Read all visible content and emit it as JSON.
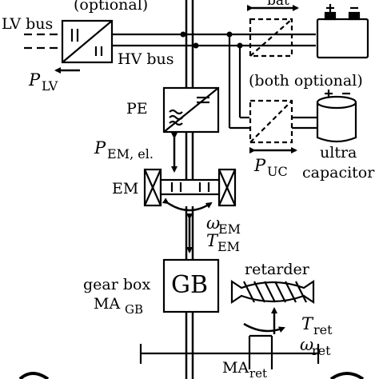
{
  "labels": {
    "optional_top": "(optional)",
    "lv_bus": "LV bus",
    "hv_bus": "HV bus",
    "p_lv_main": "P",
    "p_lv_sub": "LV",
    "bat": "bat",
    "both_optional": "(both optional)",
    "pe": "PE",
    "p_em_main": "P",
    "p_em_sub": "EM, el.",
    "p_uc_main": "P",
    "p_uc_sub": "UC",
    "ultra": "ultra",
    "capacitor": "capacitor",
    "em": "EM",
    "omega_em_main": "ω",
    "omega_em_sub": "EM",
    "t_em_main": "T",
    "t_em_sub": "EM",
    "gb": "GB",
    "gear_box": "gear box",
    "ma_gb_main": "MA",
    "ma_gb_sub": "GB",
    "retarder": "retarder",
    "t_ret_main": "T",
    "t_ret_sub": "ret",
    "omega_ret_main": "ω",
    "omega_ret_sub": "ret",
    "ma_ret_main": "MA",
    "ma_ret_sub": "ret"
  },
  "icons": {
    "battery": "battery-icon",
    "ultracapacitor": "ultracapacitor-icon",
    "converter": "converter-icon",
    "inverter": "power-electronics-icon",
    "motor": "electric-machine-icon",
    "retarder": "retarder-icon"
  }
}
